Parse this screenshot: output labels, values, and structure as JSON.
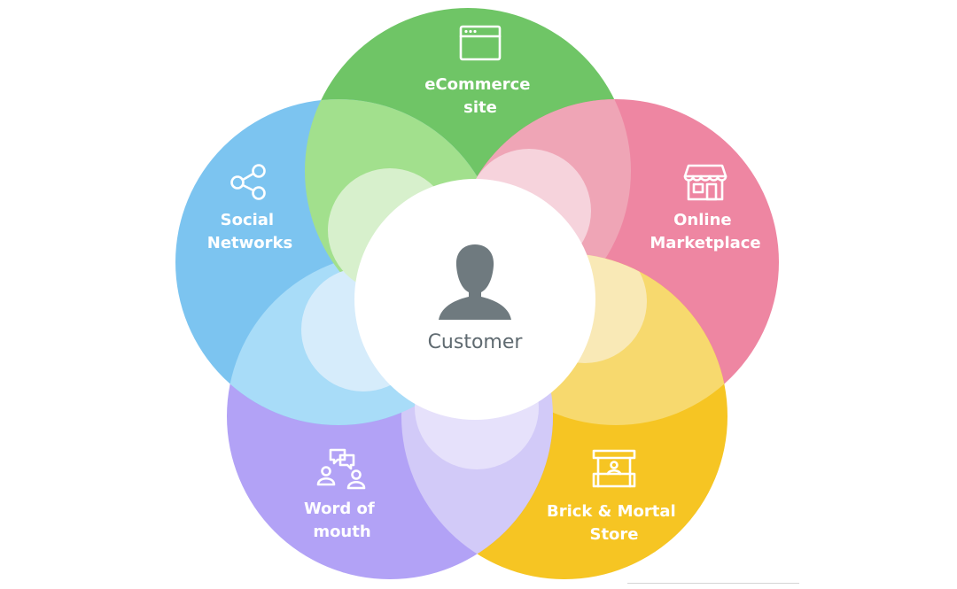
{
  "diagram": {
    "center": {
      "label": "Customer",
      "icon": "person-icon"
    },
    "channels": [
      {
        "key": "ecommerce",
        "lines": [
          "eCommerce",
          "site"
        ],
        "icon": "browser-window-icon",
        "color": "#6fc566"
      },
      {
        "key": "marketplace",
        "lines": [
          "Online",
          "Marketplace"
        ],
        "icon": "storefront-icon",
        "color": "#ee86a2"
      },
      {
        "key": "store",
        "lines": [
          "Brick & Mortal",
          "Store"
        ],
        "icon": "market-stall-icon",
        "color": "#f6c523"
      },
      {
        "key": "word",
        "lines": [
          "Word of",
          "mouth"
        ],
        "icon": "chat-people-icon",
        "color": "#b2a2f6"
      },
      {
        "key": "social",
        "lines": [
          "Social",
          "Networks"
        ],
        "icon": "share-icon",
        "color": "#7cc4f0"
      }
    ]
  }
}
